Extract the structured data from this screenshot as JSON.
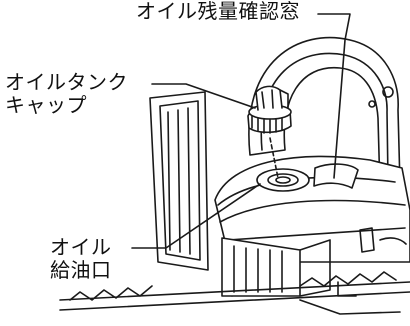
{
  "labels": {
    "oil_window": "オイル残量確認窓",
    "oil_tank_cap": [
      "オイルタンク",
      "キャップ"
    ],
    "oil_port": [
      "オイル",
      "給油口"
    ]
  }
}
